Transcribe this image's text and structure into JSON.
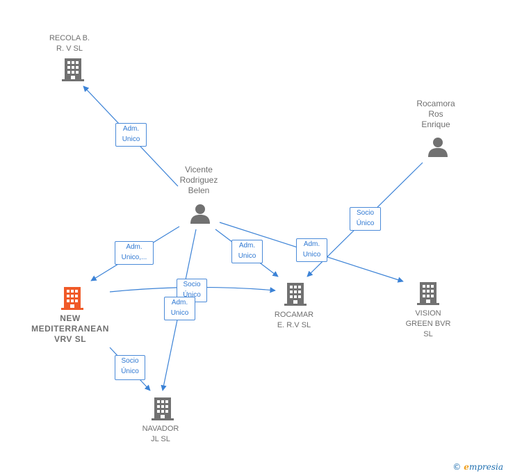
{
  "colors": {
    "edge": "#3b82d6",
    "node_gray": "#717171",
    "node_main": "#f05a28",
    "brand": "#1f6fb0"
  },
  "nodes": {
    "recola": {
      "label": "RECOLA B.\nR. V SL",
      "icon": "building-icon"
    },
    "rocamora": {
      "label": "Rocamora\nRos\nEnrique",
      "icon": "person-icon"
    },
    "vicente": {
      "label": "Vicente\nRodriguez\nBelen",
      "icon": "person-icon"
    },
    "new_med": {
      "label": "NEW\nMEDITERRANEAN\nVRV  SL",
      "icon": "building-icon"
    },
    "rocamar": {
      "label": "ROCAMAR\nE. R.V SL",
      "icon": "building-icon"
    },
    "vision": {
      "label": "VISION\nGREEN BVR\nSL",
      "icon": "building-icon"
    },
    "navador": {
      "label": "NAVADOR\nJL  SL",
      "icon": "building-icon"
    }
  },
  "edges": {
    "vicente_recola": "Adm.\nUnico",
    "rocamora_rocamar": "Socio\nÚnico",
    "vicente_newmed": "Adm.\nUnico,...",
    "vicente_rocamar": "Adm.\nUnico",
    "vicente_vision": "Adm.\nUnico",
    "newmed_rocamar": "Socio\nÚnico",
    "vicente_navador": "Adm.\nUnico",
    "newmed_navador": "Socio\nÚnico"
  },
  "footer": {
    "copyright": "©",
    "brand_initial": "e",
    "brand_rest": "mpresia"
  }
}
